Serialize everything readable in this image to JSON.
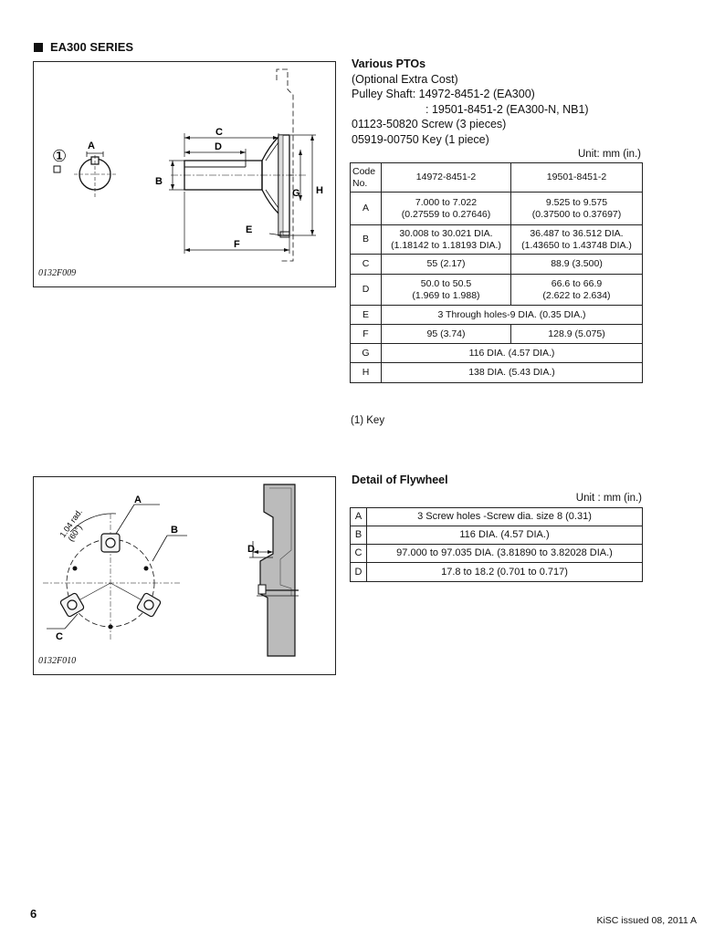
{
  "section": {
    "title": "EA300 SERIES"
  },
  "figure1": {
    "caption": "0132F009",
    "callout": "①",
    "labels": {
      "a": "A",
      "b": "B",
      "c": "C",
      "d": "D",
      "e": "E",
      "f": "F",
      "g": "G",
      "h": "H"
    }
  },
  "pto": {
    "title": "Various PTOs",
    "lines": [
      "(Optional Extra Cost)",
      "Pulley Shaft: 14972-8451-2 (EA300)",
      ": 19501-8451-2 (EA300-N, NB1)",
      "01123-50820 Screw (3 pieces)",
      "05919-00750 Key (1 piece)"
    ],
    "unit": "Unit: mm (in.)",
    "table": {
      "header": {
        "code": [
          "Code",
          "No."
        ],
        "col1": "14972-8451-2",
        "col2": "19501-8451-2"
      },
      "rows": [
        {
          "code": "A",
          "v1": [
            "7.000 to 7.022",
            "(0.27559 to 0.27646)"
          ],
          "v2": [
            "9.525 to 9.575",
            "(0.37500 to 0.37697)"
          ]
        },
        {
          "code": "B",
          "v1": [
            "30.008 to 30.021 DIA.",
            "(1.18142 to 1.18193 DIA.)"
          ],
          "v2": [
            "36.487 to 36.512 DIA.",
            "(1.43650 to 1.43748 DIA.)"
          ]
        },
        {
          "code": "C",
          "v1": [
            "55 (2.17)"
          ],
          "v2": [
            "88.9 (3.500)"
          ]
        },
        {
          "code": "D",
          "v1": [
            "50.0 to 50.5",
            "(1.969 to 1.988)"
          ],
          "v2": [
            "66.6 to 66.9",
            "(2.622 to 2.634)"
          ]
        },
        {
          "code": "E",
          "span": "3 Through holes-9 DIA. (0.35 DIA.)"
        },
        {
          "code": "F",
          "v1": [
            "95 (3.74)"
          ],
          "v2": [
            "128.9 (5.075)"
          ]
        },
        {
          "code": "G",
          "span": "116 DIA. (4.57 DIA.)"
        },
        {
          "code": "H",
          "span": "138 DIA. (5.43 DIA.)"
        }
      ]
    },
    "note": "(1)  Key"
  },
  "figure2": {
    "caption": "0132F010",
    "labels": {
      "a": "A",
      "b": "B",
      "c": "C",
      "d": "D"
    },
    "radius_label": "1.04 rad.",
    "angle_label": "(60°)"
  },
  "flywheel": {
    "title": "Detail of Flywheel",
    "unit": "Unit : mm (in.)",
    "rows": [
      {
        "code": "A",
        "value": "3 Screw holes -Screw dia. size 8 (0.31)"
      },
      {
        "code": "B",
        "value": "116 DIA. (4.57 DIA.)"
      },
      {
        "code": "C",
        "value": "97.000 to 97.035 DIA. (3.81890 to 3.82028 DIA.)"
      },
      {
        "code": "D",
        "value": "17.8 to 18.2 (0.701 to 0.717)"
      }
    ]
  },
  "footer": {
    "page": "6",
    "issued": "KiSC issued 08, 2011 A"
  }
}
